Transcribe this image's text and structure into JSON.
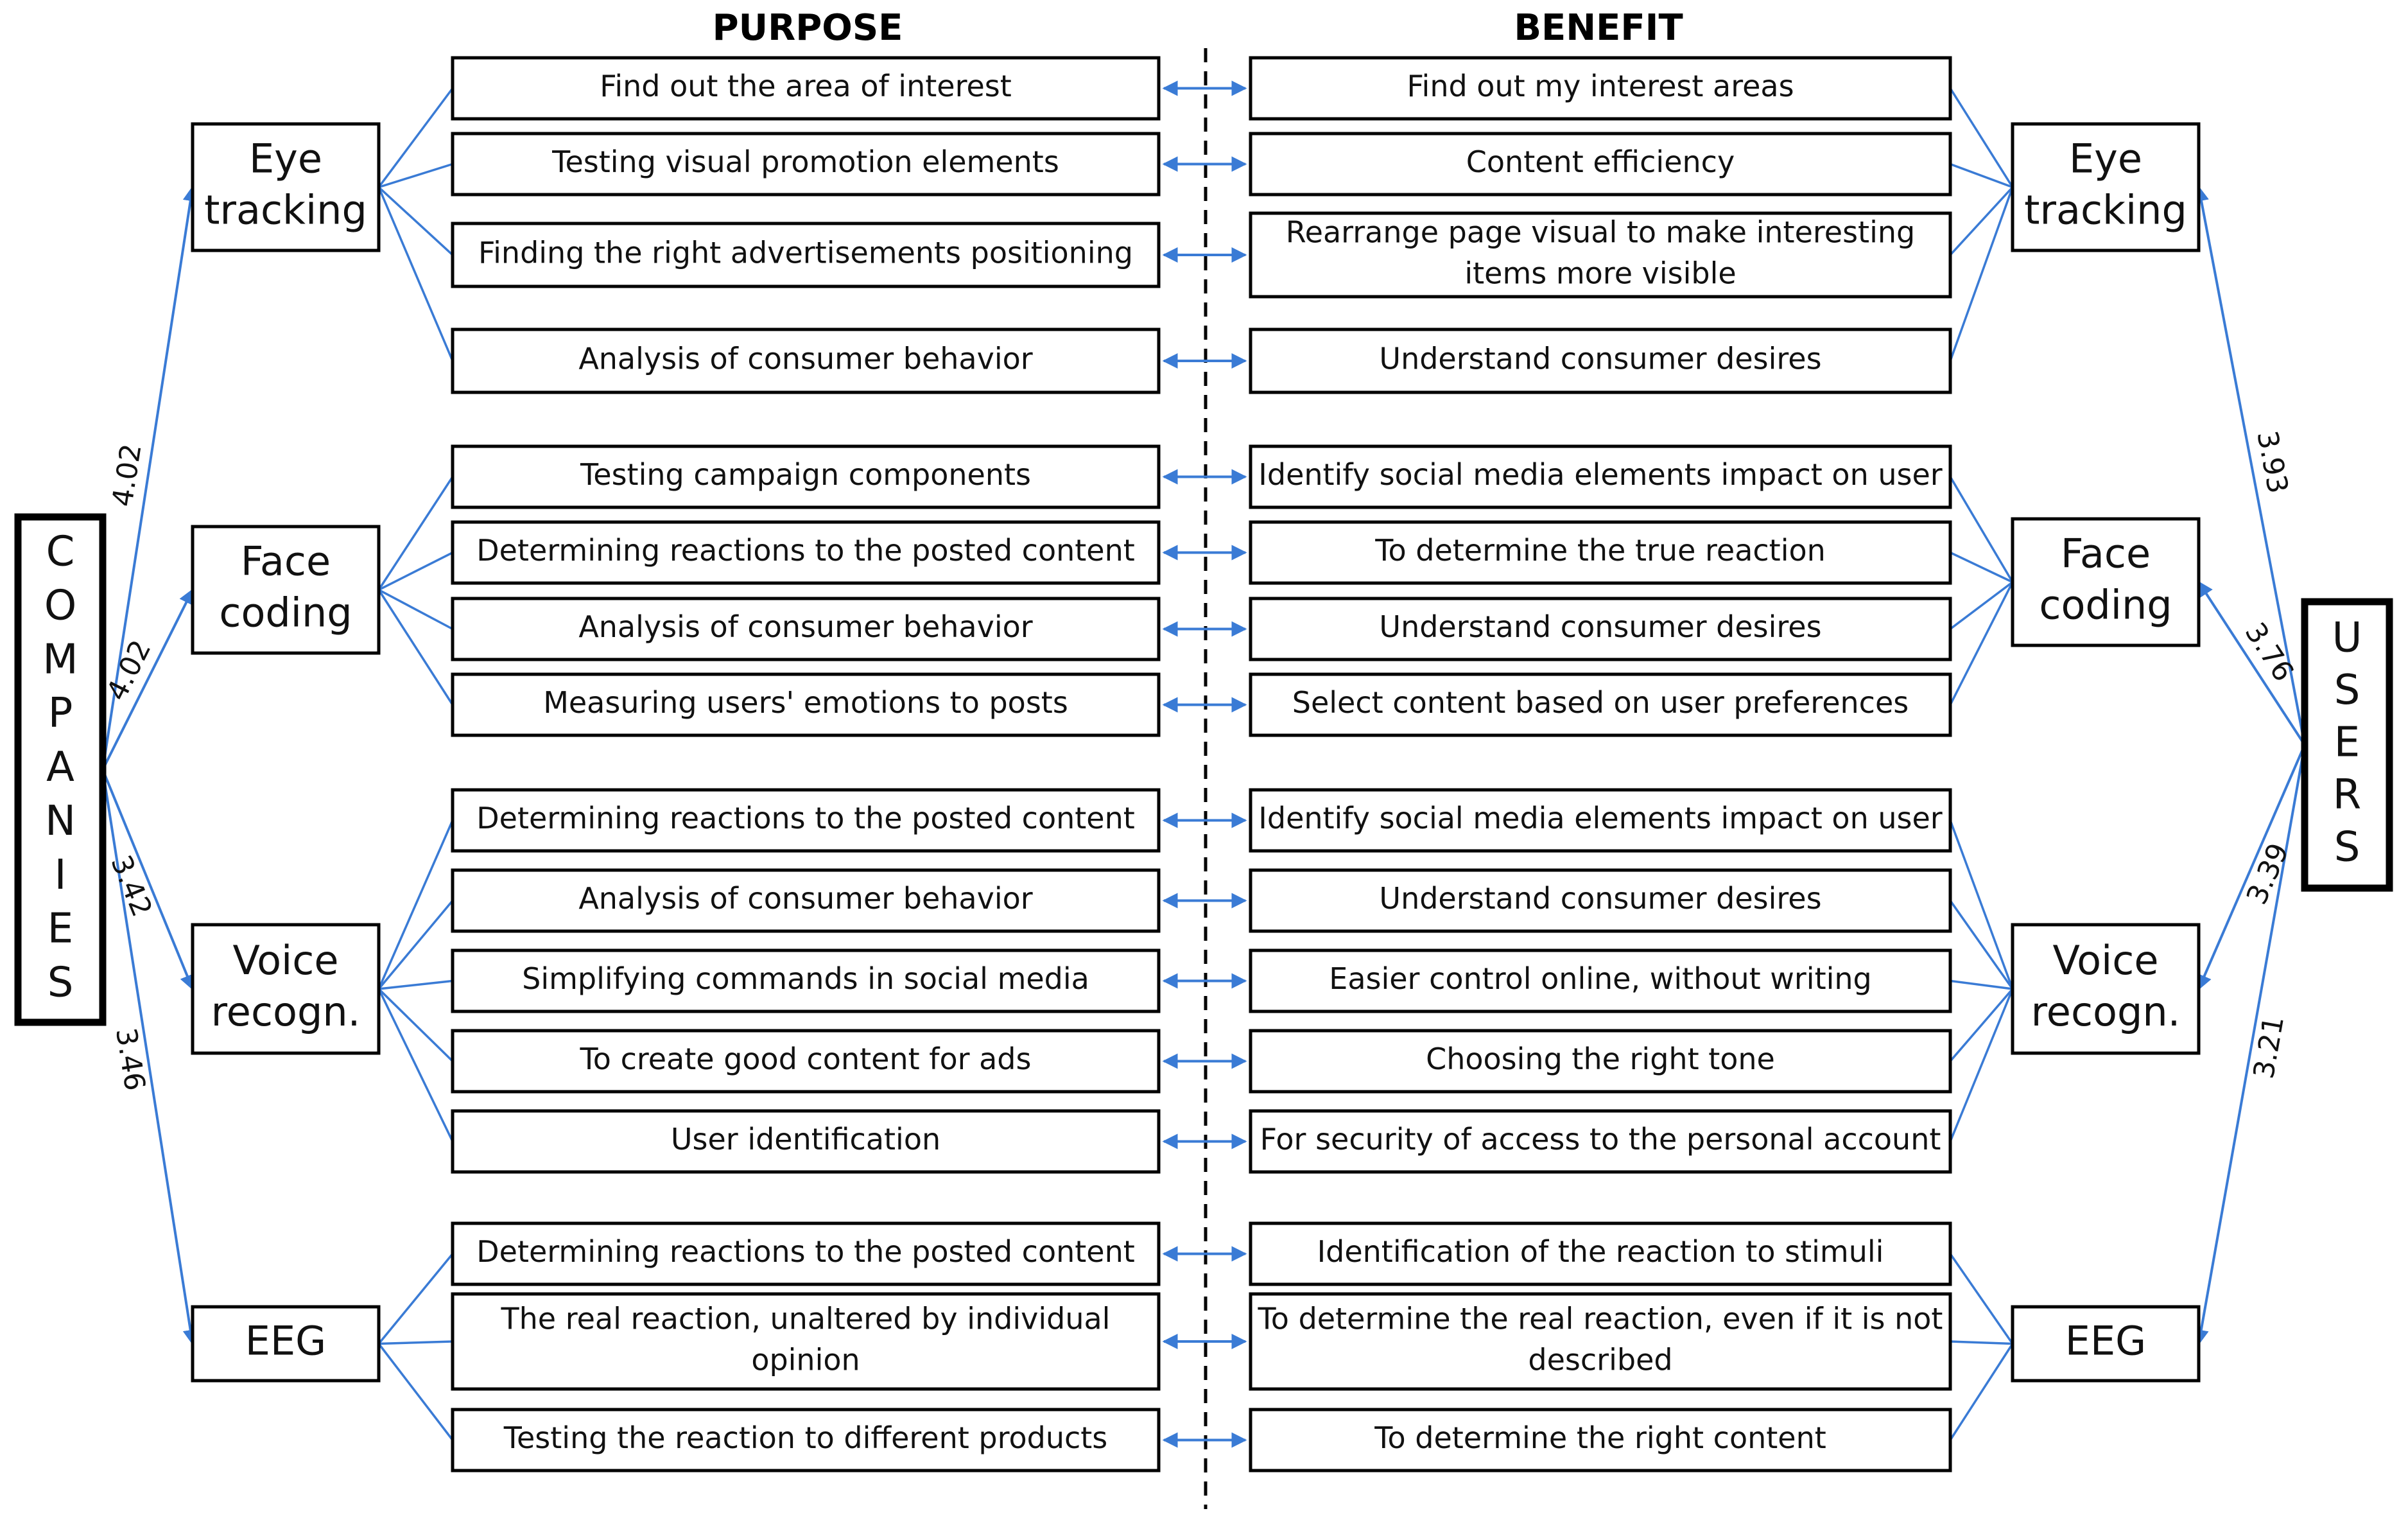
{
  "headers": {
    "purpose": "PURPOSE",
    "benefit": "BENEFIT"
  },
  "left_actor": {
    "label": "COMPANIES",
    "letters": [
      "C",
      "O",
      "M",
      "P",
      "A",
      "N",
      "I",
      "E",
      "S"
    ]
  },
  "right_actor": {
    "label": "USERS",
    "letters": [
      "U",
      "S",
      "E",
      "R",
      "S"
    ]
  },
  "line_color": "#3a7bd5",
  "groups": [
    {
      "technology": [
        "Eye",
        "tracking"
      ],
      "company_score": "4.02",
      "user_score": "3.93",
      "rows": [
        {
          "purpose": [
            "Find out the area of interest"
          ],
          "benefit": [
            "Find out my interest areas"
          ]
        },
        {
          "purpose": [
            "Testing visual promotion elements"
          ],
          "benefit": [
            "Content efficiency"
          ]
        },
        {
          "purpose": [
            "Finding the right advertisements positioning"
          ],
          "benefit": [
            "Rearrange page visual to make interesting",
            "items more visible"
          ]
        },
        {
          "purpose": [
            "Analysis of consumer behavior"
          ],
          "benefit": [
            "Understand consumer desires"
          ]
        }
      ]
    },
    {
      "technology": [
        "Face",
        "coding"
      ],
      "company_score": "4.02",
      "user_score": "3.76",
      "rows": [
        {
          "purpose": [
            "Testing campaign components"
          ],
          "benefit": [
            "Identify social media elements impact on user"
          ]
        },
        {
          "purpose": [
            "Determining reactions to the posted content"
          ],
          "benefit": [
            "To determine the true reaction"
          ]
        },
        {
          "purpose": [
            "Analysis of consumer behavior"
          ],
          "benefit": [
            "Understand consumer desires"
          ]
        },
        {
          "purpose": [
            "Measuring users' emotions to posts"
          ],
          "benefit": [
            "Select content based on user preferences"
          ]
        }
      ]
    },
    {
      "technology": [
        "Voice",
        "recogn."
      ],
      "company_score": "3.42",
      "user_score": "3.39",
      "rows": [
        {
          "purpose": [
            "Determining reactions to the posted content"
          ],
          "benefit": [
            "Identify social media elements impact on user"
          ]
        },
        {
          "purpose": [
            "Analysis of consumer behavior"
          ],
          "benefit": [
            "Understand consumer desires"
          ]
        },
        {
          "purpose": [
            "Simplifying commands in social media"
          ],
          "benefit": [
            "Easier control online, without writing"
          ]
        },
        {
          "purpose": [
            "To create good content for ads"
          ],
          "benefit": [
            "Choosing the right tone"
          ]
        },
        {
          "purpose": [
            "User identification"
          ],
          "benefit": [
            "For security of access to the personal account"
          ]
        }
      ]
    },
    {
      "technology": [
        "EEG"
      ],
      "company_score": "3.46",
      "user_score": "3.21",
      "rows": [
        {
          "purpose": [
            "Determining reactions to the posted content"
          ],
          "benefit": [
            "Identification of the reaction to stimuli"
          ]
        },
        {
          "purpose": [
            "The real reaction, unaltered by individual",
            "opinion"
          ],
          "benefit": [
            "To determine the real reaction, even if it is not",
            "described"
          ]
        },
        {
          "purpose": [
            "Testing the reaction to different products"
          ],
          "benefit": [
            "To determine the right content"
          ]
        }
      ]
    }
  ]
}
